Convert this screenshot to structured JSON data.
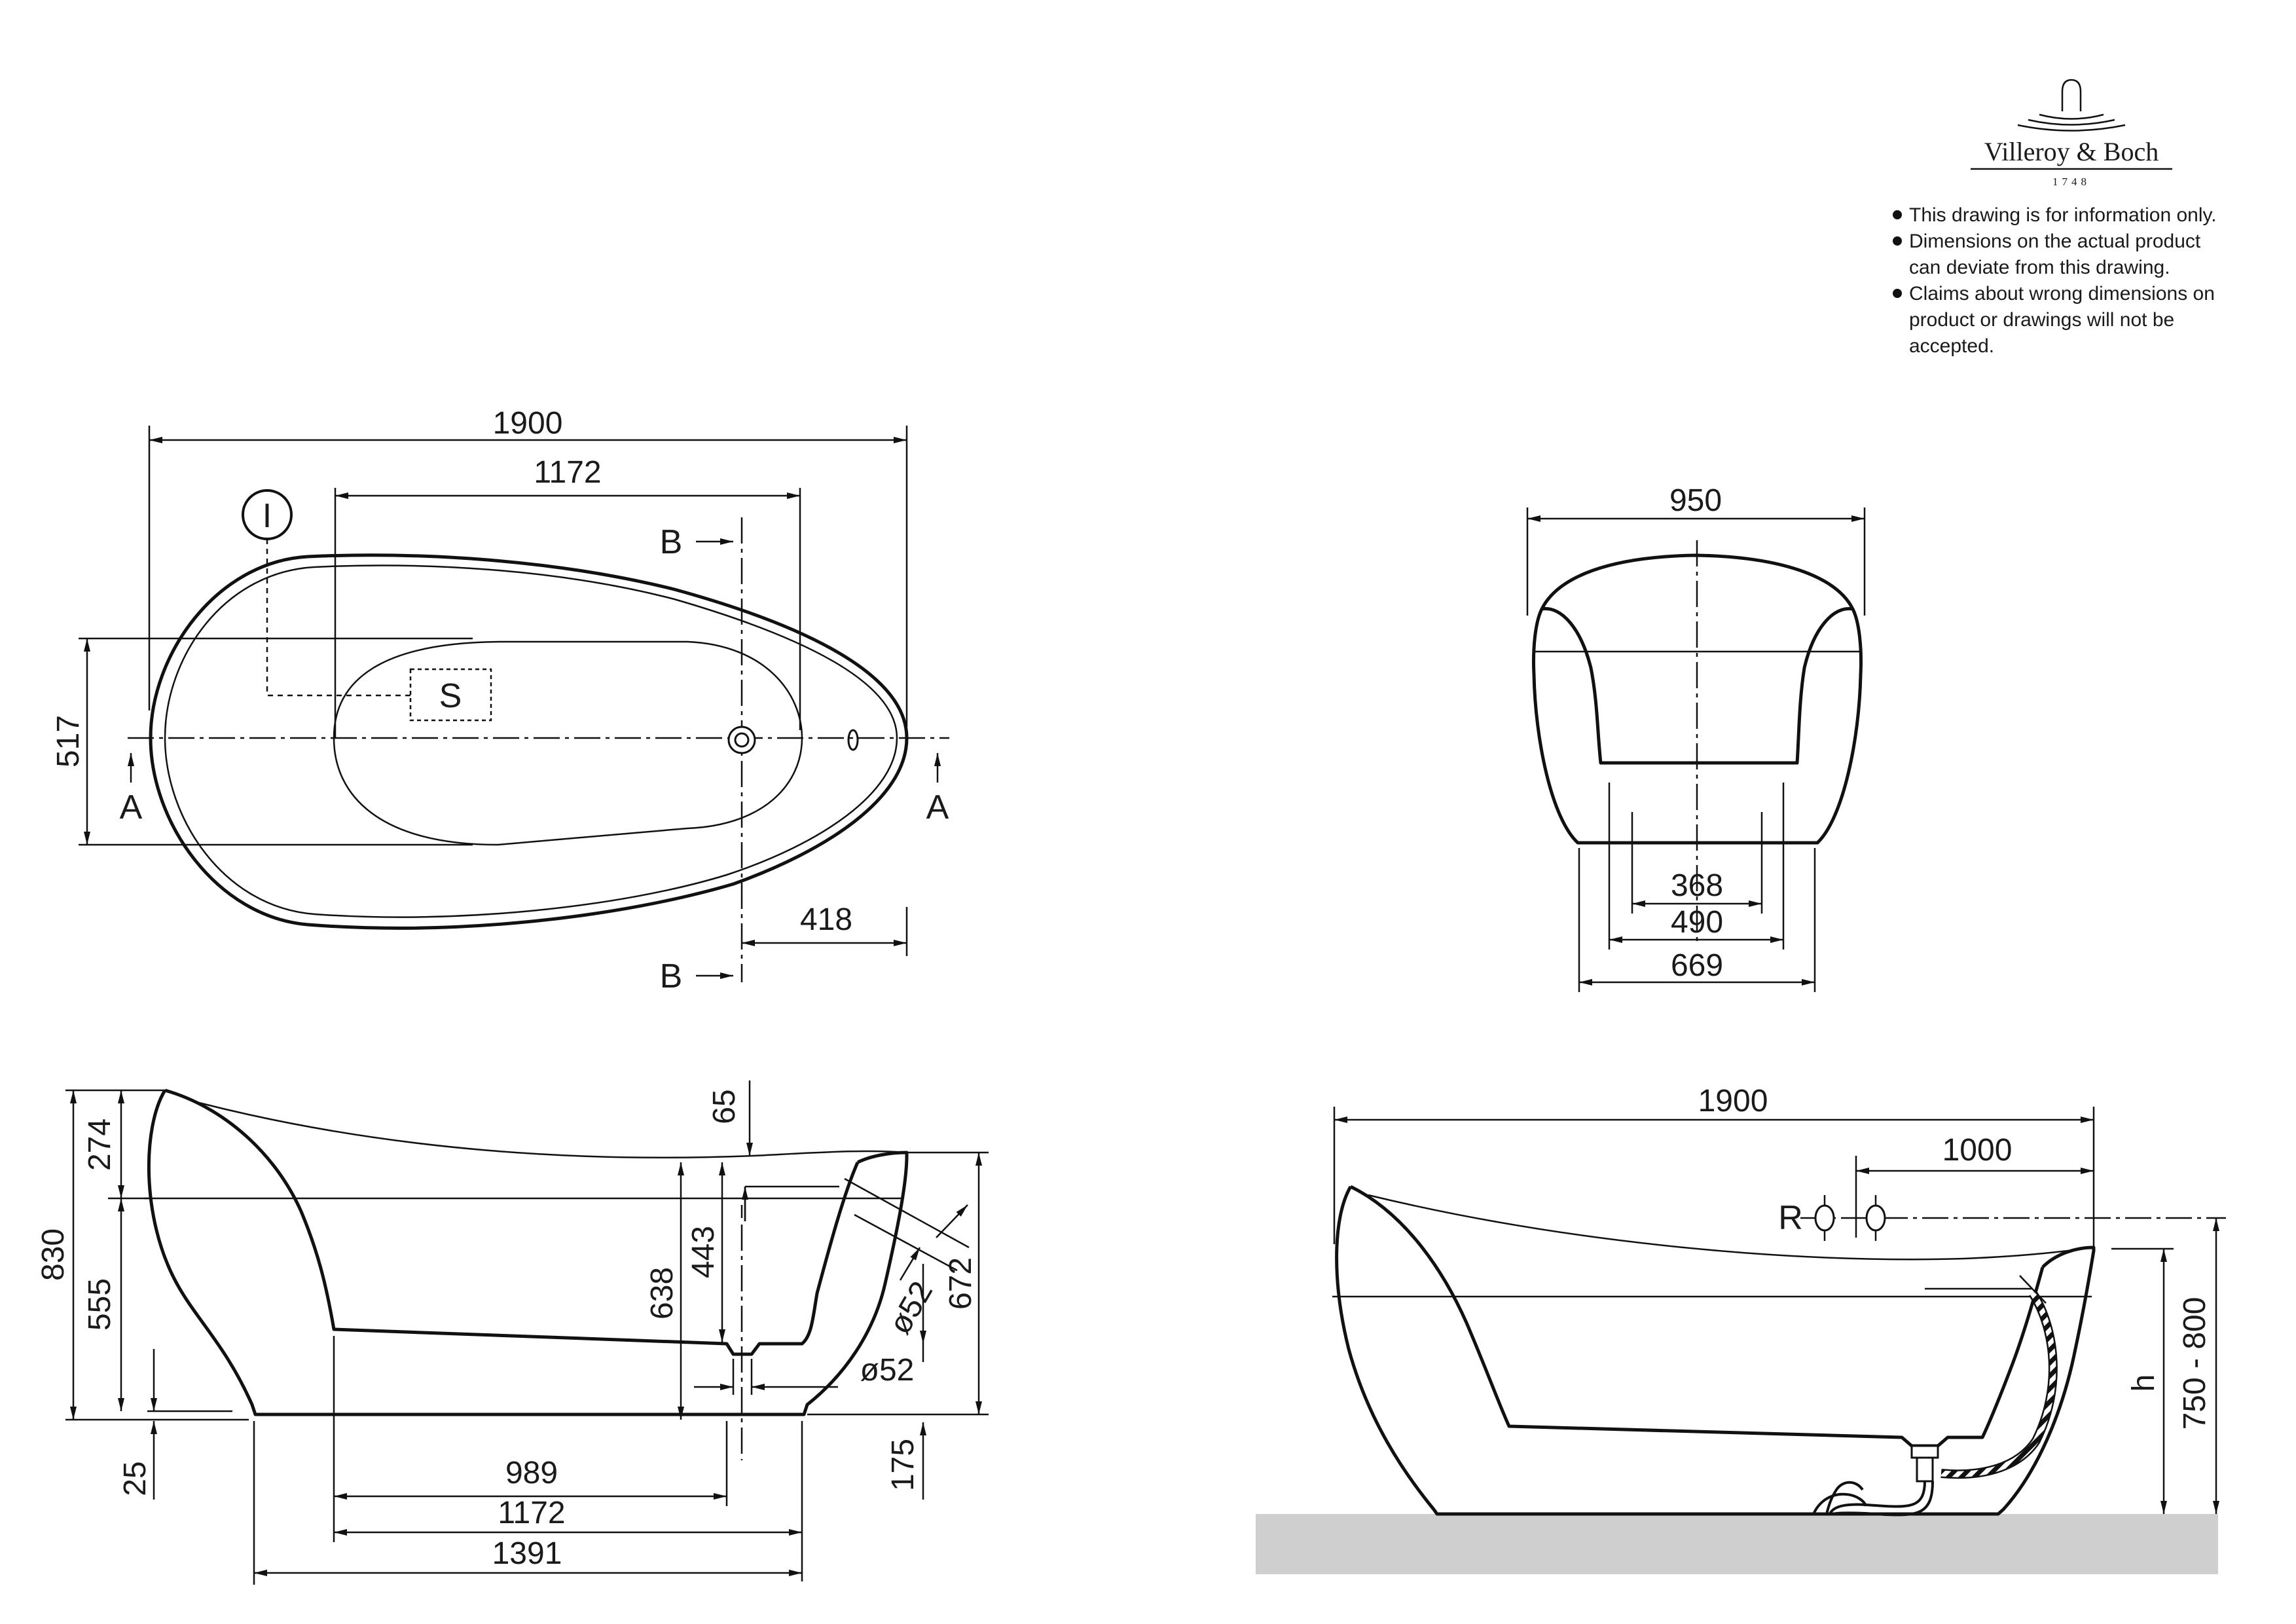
{
  "brand": {
    "name": "Villeroy & Boch",
    "year": "1748"
  },
  "notes": [
    "This drawing is for information only.",
    "Dimensions on the actual product",
    "can deviate from this drawing.",
    "Claims about wrong dimensions on",
    "product or drawings will not be",
    "accepted."
  ],
  "top_view": {
    "dim_length": "1900",
    "dim_inner_length": "1172",
    "dim_width": "517",
    "dim_drain_offset": "418",
    "label_section_a_left": "A",
    "label_section_a_right": "A",
    "label_section_b_top": "B",
    "label_section_b_bottom": "B",
    "label_overflow_marker": "I",
    "label_seat_marker": "S"
  },
  "end_view": {
    "dim_width": "950",
    "dim_base_inner": "368",
    "dim_base_mid": "490",
    "dim_base_outer": "669"
  },
  "section_view": {
    "dim_total_height": "830",
    "dim_upper": "274",
    "dim_lower": "555",
    "dim_foot": "25",
    "dim_rim_offset": "65",
    "dim_inner_depth": "638",
    "dim_water_depth": "443",
    "dim_slope": "672",
    "dim_overflow_dia": "ø52",
    "dim_drain_dia": "ø52",
    "dim_drain_height": "175",
    "dim_base_989": "989",
    "dim_base_1172": "1172",
    "dim_base_1391": "1391"
  },
  "side_view": {
    "dim_length": "1900",
    "dim_fitting_offset": "1000",
    "label_fitting": "R",
    "label_h": "h",
    "dim_h_range": "750 - 800"
  }
}
